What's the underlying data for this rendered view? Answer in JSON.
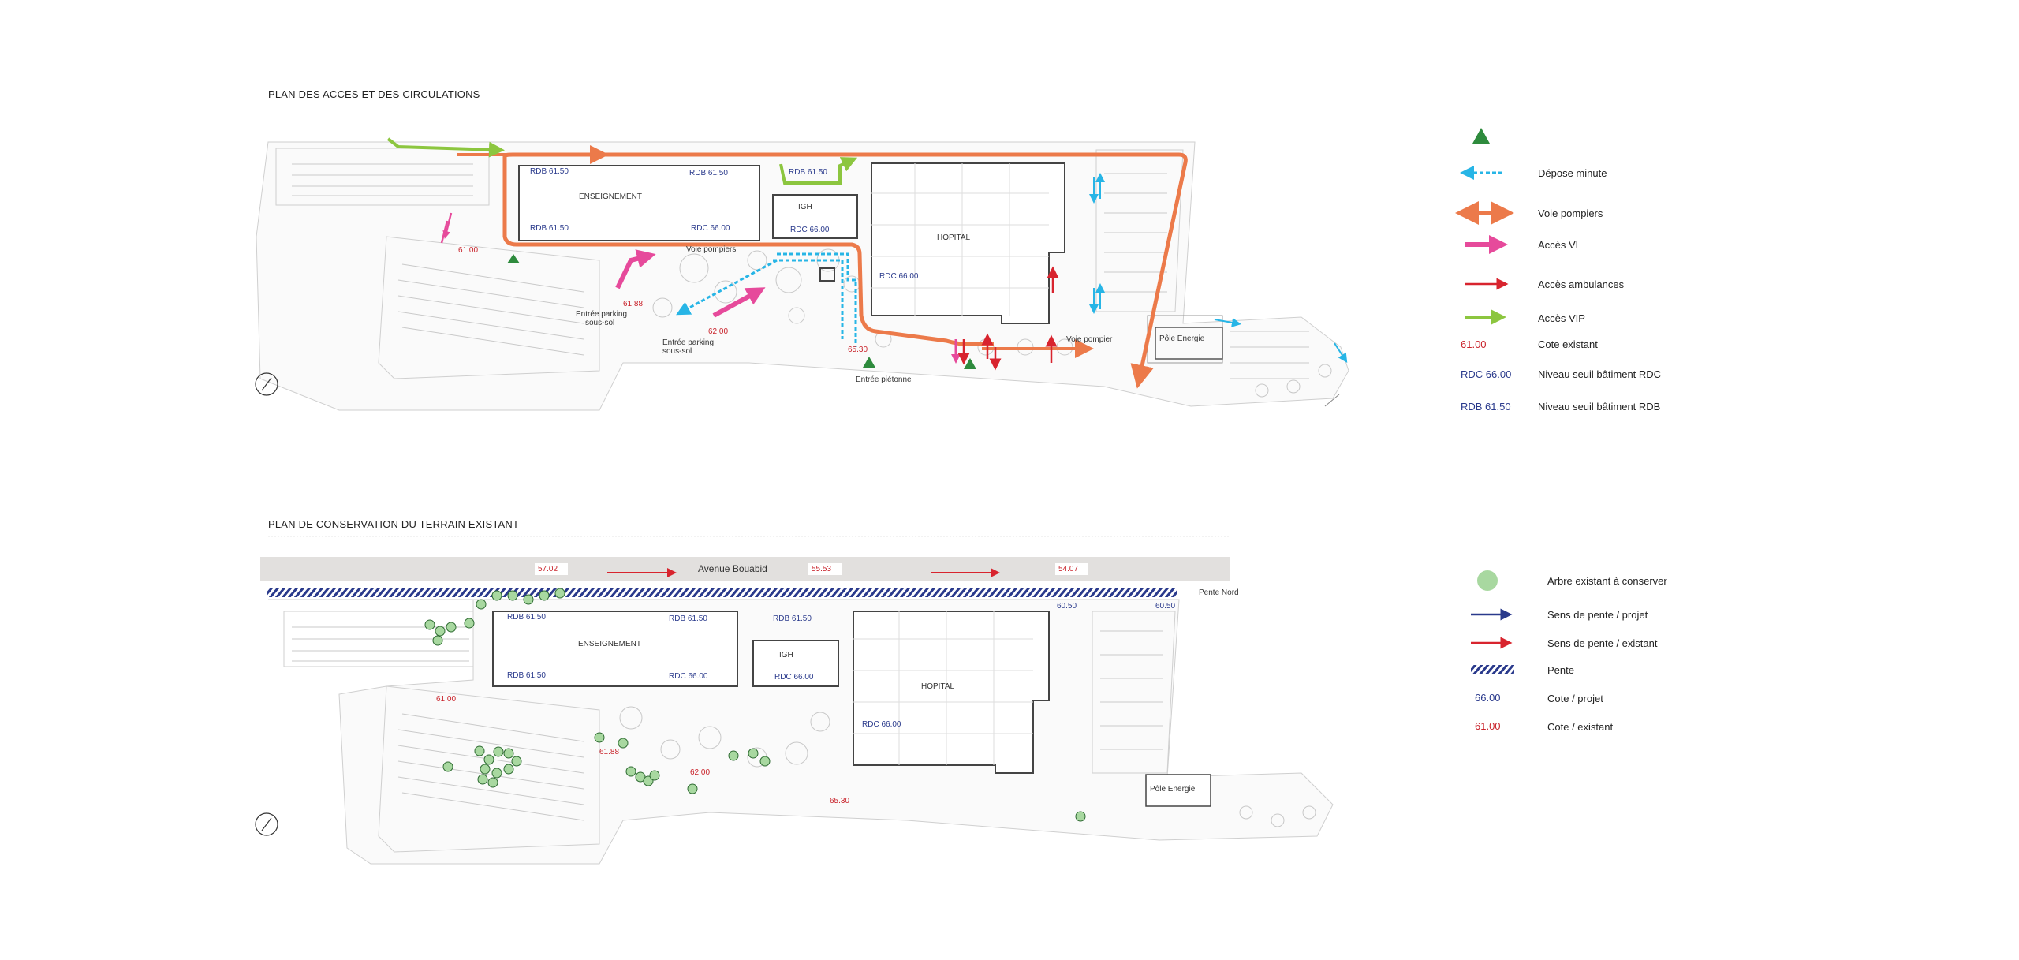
{
  "plan1": {
    "title": "PLAN DES ACCES ET DES CIRCULATIONS",
    "buildings": {
      "enseignement": "ENSEIGNEMENT",
      "igh": "IGH",
      "hopital": "HOPITAL",
      "pole_energie": "Pôle Energie"
    },
    "levels_blue": {
      "rdb_a": "RDB 61.50",
      "rdb_b": "RDB 61.50",
      "rdb_c": "RDB 61.50",
      "rdb_d": "RDB 61.50",
      "rdc_ens": "RDC 66.00",
      "rdc_igh": "RDC 66.00",
      "rdc_hop": "RDC 66.00"
    },
    "levels_red": {
      "l1": "61.00",
      "l2": "61.88",
      "l3": "62.00",
      "l4": "65.30"
    },
    "labels": {
      "voie_pompiers": "Voie pompiers",
      "voie_pompier": "Voie pompier",
      "entree_parking_1": "Entrée parking",
      "sous_sol_1": "sous-sol",
      "entree_parking_2": "Entrée parking",
      "sous_sol_2": "sous-sol",
      "entree_pietonne": "Entrée piétonne"
    }
  },
  "legend1": {
    "items": [
      {
        "label": "Dépose minute"
      },
      {
        "label": "Voie pompiers"
      },
      {
        "label": "Accès VL"
      },
      {
        "label": "Accès ambulances"
      },
      {
        "label": "Accès VIP"
      },
      {
        "code": "61.00",
        "label": "Cote existant"
      },
      {
        "code": "RDC 66.00",
        "label": "Niveau seuil bâtiment RDC"
      },
      {
        "code": "RDB 61.50",
        "label": "Niveau seuil bâtiment RDB"
      }
    ]
  },
  "plan2": {
    "title": "PLAN DE CONSERVATION DU TERRAIN EXISTANT",
    "road": "Avenue Bouabid",
    "pente_nord": "Pente Nord",
    "road_levels": {
      "a": "57.02",
      "b": "55.53",
      "c": "54.07"
    },
    "blue_levels": {
      "a": "60.50",
      "b": "60.50"
    },
    "buildings": {
      "enseignement": "ENSEIGNEMENT",
      "igh": "IGH",
      "hopital": "HOPITAL",
      "pole_energie": "Pôle Energie"
    },
    "levels_blue": {
      "rdb_a": "RDB 61.50",
      "rdb_b": "RDB 61.50",
      "rdb_c": "RDB 61.50",
      "rdb_d": "RDB 61.50",
      "rdc_ens": "RDC 66.00",
      "rdc_igh": "RDC 66.00",
      "rdc_hop": "RDC 66.00"
    },
    "levels_red": {
      "l1": "61.00",
      "l2": "61.88",
      "l3": "62.00",
      "l4": "65.30"
    }
  },
  "legend2": {
    "items": [
      {
        "label": "Arbre existant à conserver"
      },
      {
        "label": "Sens de pente / projet"
      },
      {
        "label": "Sens de pente / existant"
      },
      {
        "label": "Pente"
      },
      {
        "code": "66.00",
        "label": "Cote / projet"
      },
      {
        "code": "61.00",
        "label": "Cote / existant"
      }
    ]
  },
  "colors": {
    "orange": "#ec7a4a",
    "pink": "#e64a9b",
    "cyan": "#27b5e6",
    "red": "#d8242e",
    "green_arrow": "#8cc63f",
    "green_triangle": "#2e8b3d",
    "blue": "#2a3a8c",
    "tree_green": "#a8d8a0"
  }
}
